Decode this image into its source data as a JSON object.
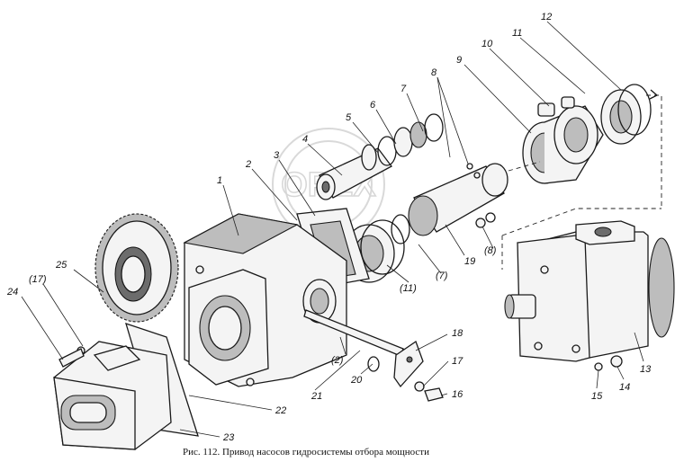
{
  "caption": "Рис. 112. Привод насосов гидросистемы отбора мощности",
  "watermark": "OPEX",
  "labels": [
    {
      "id": "1",
      "text": "1"
    },
    {
      "id": "2",
      "text": "2"
    },
    {
      "id": "3",
      "text": "3"
    },
    {
      "id": "4",
      "text": "4"
    },
    {
      "id": "5",
      "text": "5"
    },
    {
      "id": "6",
      "text": "6"
    },
    {
      "id": "7",
      "text": "7"
    },
    {
      "id": "8",
      "text": "8"
    },
    {
      "id": "9",
      "text": "9"
    },
    {
      "id": "10",
      "text": "10"
    },
    {
      "id": "11",
      "text": "11"
    },
    {
      "id": "12",
      "text": "12"
    },
    {
      "id": "13",
      "text": "13"
    },
    {
      "id": "14",
      "text": "14"
    },
    {
      "id": "15",
      "text": "15"
    },
    {
      "id": "16",
      "text": "16"
    },
    {
      "id": "17",
      "text": "17"
    },
    {
      "id": "18",
      "text": "18"
    },
    {
      "id": "19",
      "text": "19"
    },
    {
      "id": "20",
      "text": "20"
    },
    {
      "id": "21",
      "text": "21"
    },
    {
      "id": "22",
      "text": "22"
    },
    {
      "id": "23",
      "text": "23"
    },
    {
      "id": "24",
      "text": "24"
    },
    {
      "id": "25",
      "text": "25"
    },
    {
      "id": "p2",
      "text": "(2)"
    },
    {
      "id": "p7",
      "text": "(7)"
    },
    {
      "id": "p8",
      "text": "(8)"
    },
    {
      "id": "p11",
      "text": "(11)"
    },
    {
      "id": "p17",
      "text": "(17)"
    }
  ]
}
